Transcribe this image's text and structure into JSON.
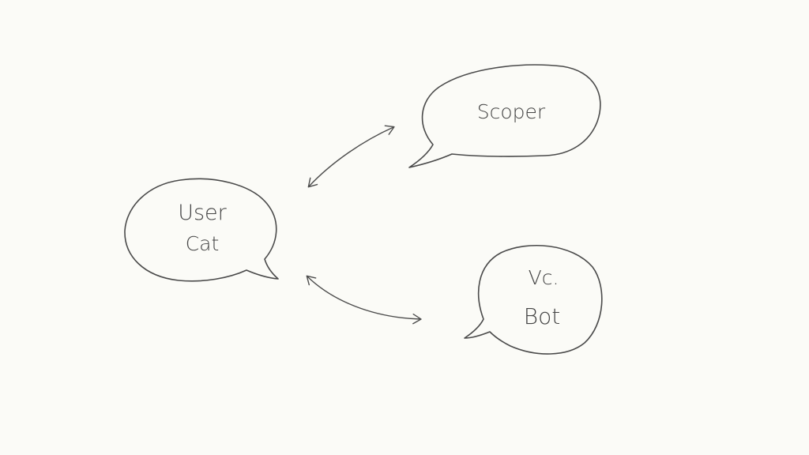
{
  "diagram": {
    "user_bubble": {
      "line1": "User",
      "line2": "Cat"
    },
    "scoper_bubble": {
      "label": "Scoper"
    },
    "bot_bubble": {
      "line1": "Vc.",
      "line2": "Bot"
    }
  },
  "colors": {
    "background": "#fbfbf7",
    "stroke": "#4a4a4a",
    "text": "#444444"
  }
}
